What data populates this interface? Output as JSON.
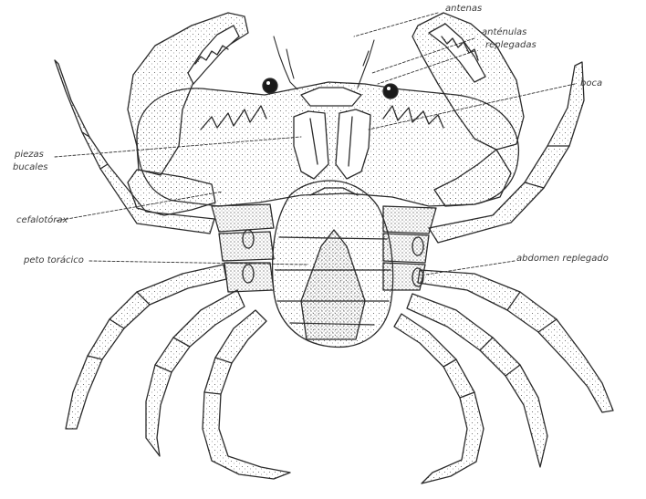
{
  "labels": {
    "antenas": "antenas",
    "antenulas_1": "anténulas",
    "antenulas_2": "replegadas",
    "boca": "boca",
    "piezas_1": "piezas",
    "piezas_2": "bucales",
    "cefalotorax": "cefalotórax",
    "peto": "peto torácico",
    "abdomen": "abdomen replegado"
  }
}
